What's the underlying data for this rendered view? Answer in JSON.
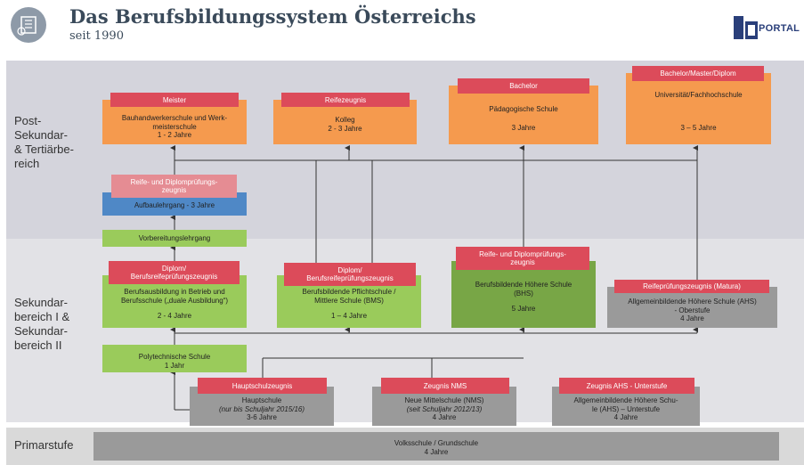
{
  "header": {
    "title": "Das Berufsbildungssystem Österreichs",
    "subtitle": "seit 1990",
    "logo_text": "PORTAL",
    "logo_icon": "bq-logo-icon",
    "header_icon": "building-icon"
  },
  "colors": {
    "header_title": "#3a4a5a",
    "band_top": "#d4d4dc",
    "band_mid": "#e2e2e6",
    "band_bottom": "#d9d9d9",
    "orange": "#f59a4e",
    "green": "#9acb5b",
    "dark_green": "#78a646",
    "grey": "#9a9a9a",
    "blue": "#4f88c6",
    "red_tag": "#dc4b5a",
    "pink_tag": "#e58c93"
  },
  "bands": {
    "post": "Post-\nSekundar-\n& Tertiärbe-\nreich",
    "sek": "Sekundar-\nbereich I &\nSekundar-\nbereich II",
    "primar": "Primarstufe"
  },
  "boxes": {
    "meister": {
      "tag": "Meister",
      "text": "Bauhandwerkerschule und Werk-\nmeisterschule\n1 - 2 Jahre"
    },
    "kolleg": {
      "tag": "Reifezeugnis",
      "text": "Kolleg\n2 - 3 Jahre"
    },
    "paed": {
      "tag": "Bachelor",
      "text": "Pädagogische Schule",
      "years": "3 Jahre"
    },
    "uni": {
      "tag": "Bachelor/Master/Diplom",
      "text": "Universität/Fachhochschule",
      "years": "3 – 5 Jahre"
    },
    "aufbau": {
      "tag": "Reife- und Diplomprüfungs-\nzeugnis",
      "text": "Aufbaulehrgang - 3 Jahre"
    },
    "vorb": {
      "text": "Vorbereitungslehrgang"
    },
    "lehre": {
      "tag": "Diplom/\nBerufsreifeprüfungszeugnis",
      "text": "Berufsausbildung in Betrieb und\nBerufsschule („duale Ausbildung“)",
      "years": "2 - 4 Jahre"
    },
    "bms": {
      "tag": "Diplom/\nBerufsreifeprüfungszeugnis",
      "text": "Berufsbildende Pflichtschule /\nMittlere Schule (BMS)",
      "years": "1 – 4 Jahre"
    },
    "bhs": {
      "tag": "Reife- und Diplomprüfungs-\nzeugnis",
      "text": "Berufsbildende Höhere Schule\n(BHS)",
      "years": "5 Jahre"
    },
    "ahs": {
      "tag": "Reifeprüfungszeugnis (Matura)",
      "text": "Allgemeinbildende Höhere Schule (AHS)\n- Oberstufe\n4 Jahre"
    },
    "poly": {
      "text": "Polytechnische Schule\n1 Jahr"
    },
    "haupt": {
      "tag": "Hauptschulzeugnis",
      "text": "Hauptschule",
      "note": "(nur bis Schuljahr 2015/16)",
      "years": "3-6 Jahre"
    },
    "nms": {
      "tag": "Zeugnis NMS",
      "text": "Neue Mittelschule (NMS)",
      "note": "(seit Schuljahr 2012/13)",
      "years": "4 Jahre"
    },
    "ahsu": {
      "tag": "Zeugnis AHS - Unterstufe",
      "text": "Allgemeinbildende Höhere Schu-\nle (AHS) – Unterstufe\n4 Jahre"
    },
    "volks": {
      "text": "Volksschule / Grundschule\n4 Jahre"
    }
  }
}
